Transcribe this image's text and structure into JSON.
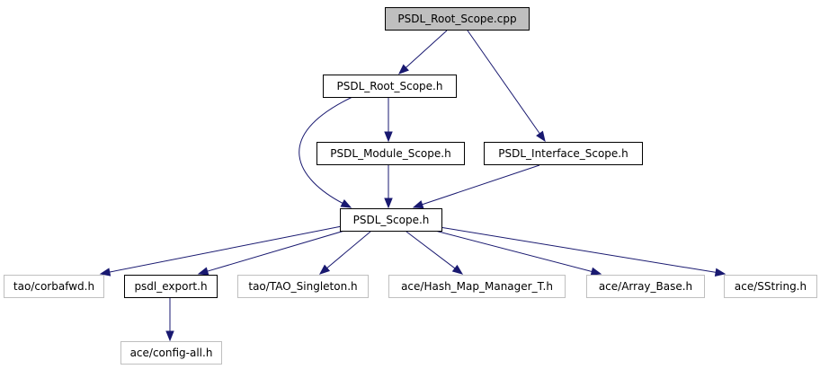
{
  "colors": {
    "edge": "#191970",
    "root_fill": "#bfbfbf",
    "main_border": "#000000",
    "external_border": "#bfbfbf",
    "text": "#000000"
  },
  "nodes": [
    {
      "id": "root_cpp",
      "label": "PSDL_Root_Scope.cpp",
      "kind": "root"
    },
    {
      "id": "root_h",
      "label": "PSDL_Root_Scope.h",
      "kind": "main"
    },
    {
      "id": "module_h",
      "label": "PSDL_Module_Scope.h",
      "kind": "main"
    },
    {
      "id": "interface_h",
      "label": "PSDL_Interface_Scope.h",
      "kind": "main"
    },
    {
      "id": "scope_h",
      "label": "PSDL_Scope.h",
      "kind": "main"
    },
    {
      "id": "corbafwd",
      "label": "tao/corbafwd.h",
      "kind": "external"
    },
    {
      "id": "psdl_export",
      "label": "psdl_export.h",
      "kind": "main"
    },
    {
      "id": "tao_singleton",
      "label": "tao/TAO_Singleton.h",
      "kind": "external"
    },
    {
      "id": "hash_map",
      "label": "ace/Hash_Map_Manager_T.h",
      "kind": "external"
    },
    {
      "id": "array_base",
      "label": "ace/Array_Base.h",
      "kind": "external"
    },
    {
      "id": "sstring",
      "label": "ace/SString.h",
      "kind": "external"
    },
    {
      "id": "config_all",
      "label": "ace/config-all.h",
      "kind": "external"
    }
  ],
  "edges": [
    {
      "from": "root_cpp",
      "to": "root_h"
    },
    {
      "from": "root_cpp",
      "to": "interface_h"
    },
    {
      "from": "root_h",
      "to": "module_h"
    },
    {
      "from": "root_h",
      "to": "scope_h"
    },
    {
      "from": "module_h",
      "to": "scope_h"
    },
    {
      "from": "interface_h",
      "to": "scope_h"
    },
    {
      "from": "scope_h",
      "to": "corbafwd"
    },
    {
      "from": "scope_h",
      "to": "psdl_export"
    },
    {
      "from": "scope_h",
      "to": "tao_singleton"
    },
    {
      "from": "scope_h",
      "to": "hash_map"
    },
    {
      "from": "scope_h",
      "to": "array_base"
    },
    {
      "from": "scope_h",
      "to": "sstring"
    },
    {
      "from": "psdl_export",
      "to": "config_all"
    }
  ]
}
